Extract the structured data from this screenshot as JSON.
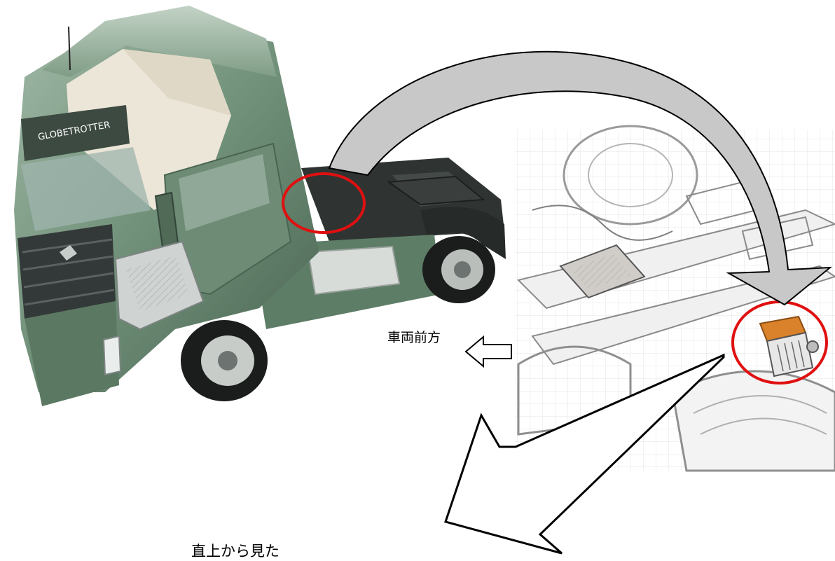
{
  "labels": {
    "vehicle_front": "車両前方",
    "view_from_above": "直上から見た"
  },
  "colors": {
    "truck_body": "#6f8f78",
    "highlight_circle": "#e01010",
    "curved_arrow_fill": "#c8c8c8",
    "component_orange": "#d9822b"
  },
  "icons": {
    "front_arrow": "hollow-left-arrow",
    "down_arrow": "hollow-down-left-arrow"
  }
}
